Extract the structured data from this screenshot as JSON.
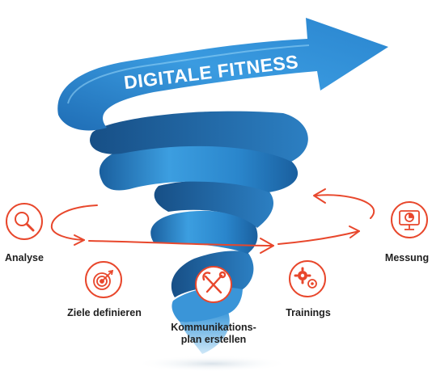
{
  "banner": {
    "title": "DIGITALE FITNESS"
  },
  "steps": [
    {
      "label": "Analyse",
      "icon": "magnifier-icon"
    },
    {
      "label": "Ziele definieren",
      "icon": "target-icon"
    },
    {
      "label_line1": "Kommunikations-",
      "label_line2": "plan erstellen",
      "icon": "tools-icon"
    },
    {
      "label": "Trainings",
      "icon": "gears-icon"
    },
    {
      "label": "Messung",
      "icon": "monitor-icon"
    }
  ],
  "colors": {
    "accent_red": "#e8472c",
    "spiral_blue": "#2f8fd4",
    "spiral_blue_dark": "#1d64a8",
    "spiral_blue_light": "#7cc4f0"
  }
}
